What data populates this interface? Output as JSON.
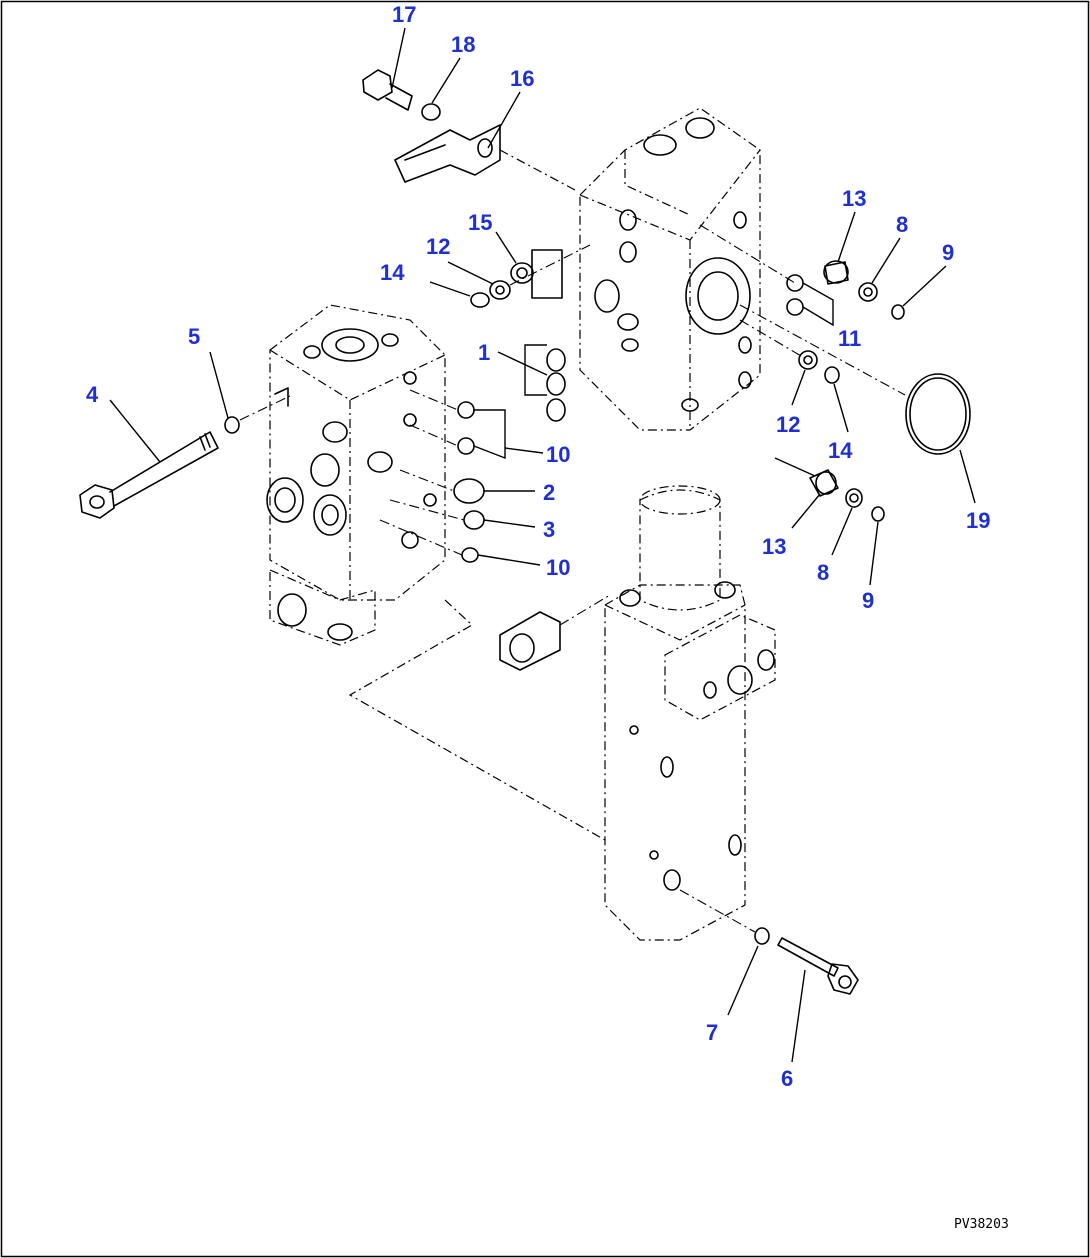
{
  "diagram": {
    "callouts": [
      {
        "id": "17",
        "label": "17"
      },
      {
        "id": "18",
        "label": "18"
      },
      {
        "id": "16",
        "label": "16"
      },
      {
        "id": "15",
        "label": "15"
      },
      {
        "id": "12a",
        "label": "12"
      },
      {
        "id": "14a",
        "label": "14"
      },
      {
        "id": "13a",
        "label": "13"
      },
      {
        "id": "8a",
        "label": "8"
      },
      {
        "id": "9a",
        "label": "9"
      },
      {
        "id": "11",
        "label": "11"
      },
      {
        "id": "5",
        "label": "5"
      },
      {
        "id": "4",
        "label": "4"
      },
      {
        "id": "1",
        "label": "1"
      },
      {
        "id": "10a",
        "label": "10"
      },
      {
        "id": "2",
        "label": "2"
      },
      {
        "id": "3",
        "label": "3"
      },
      {
        "id": "10b",
        "label": "10"
      },
      {
        "id": "12b",
        "label": "12"
      },
      {
        "id": "14b",
        "label": "14"
      },
      {
        "id": "19",
        "label": "19"
      },
      {
        "id": "13b",
        "label": "13"
      },
      {
        "id": "8b",
        "label": "8"
      },
      {
        "id": "9b",
        "label": "9"
      },
      {
        "id": "7",
        "label": "7"
      },
      {
        "id": "6",
        "label": "6"
      }
    ],
    "drawing_code": "PV38203",
    "colors": {
      "callout": "#1f2fd0",
      "line": "#000000",
      "background": "#ffffff"
    }
  }
}
